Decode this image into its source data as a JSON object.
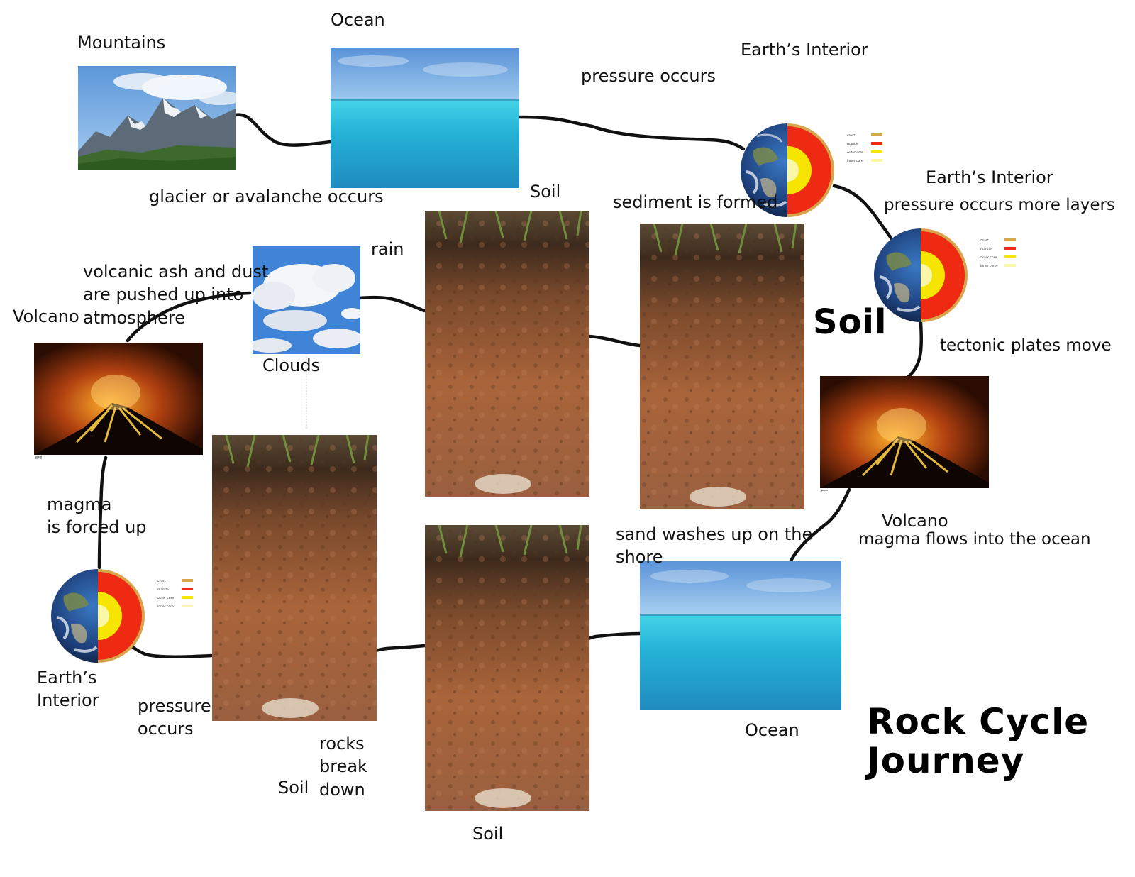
{
  "labels": {
    "mountains": "Mountains",
    "ocean_top": "Ocean",
    "earth_interior_top": "Earth’s Interior",
    "pressure_occurs_top": "pressure occurs",
    "glacier": "glacier or avalanche occurs",
    "soil_top": "Soil",
    "sediment": "sediment is formed",
    "earth_interior_right": "Earth’s Interior",
    "pressure_layers": "pressure occurs more layers",
    "rain": "rain",
    "volcanic_ash": "volcanic ash and dust\nare pushed up into\natmosphere",
    "volcano_left": "Volcano",
    "clouds": "Clouds",
    "soil_big": "Soil",
    "tectonic": "tectonic plates move",
    "magma_up": "magma\nis forced up",
    "sand": "sand washes up on the\nshore",
    "volcano_right": "Volcano",
    "magma_ocean": "magma flows into the ocean",
    "earth_interior_bottom": "Earth’s\nInterior",
    "pressure_bottom": "pressure\noccurs",
    "rocks_break": "rocks\nbreak\ndown",
    "soil_bottom_left": "Soil",
    "soil_bottom": "Soil",
    "ocean_bottom": "Ocean",
    "title": "Rock Cycle\nJourney"
  },
  "core_legend": [
    "crust",
    "mantle",
    "outer core",
    "inner core"
  ],
  "photo_caption": "EFE",
  "colors": {
    "crust": "#d4a84b",
    "mantle": "#ee2a12",
    "outer_core": "#f5e500",
    "inner_core": "#fbf7a8",
    "ocean": "#2fb3d6",
    "sky": "#6aa8dd",
    "soil": "#9a5a32",
    "lava": "#ff9a1a",
    "connector": "#111111"
  }
}
